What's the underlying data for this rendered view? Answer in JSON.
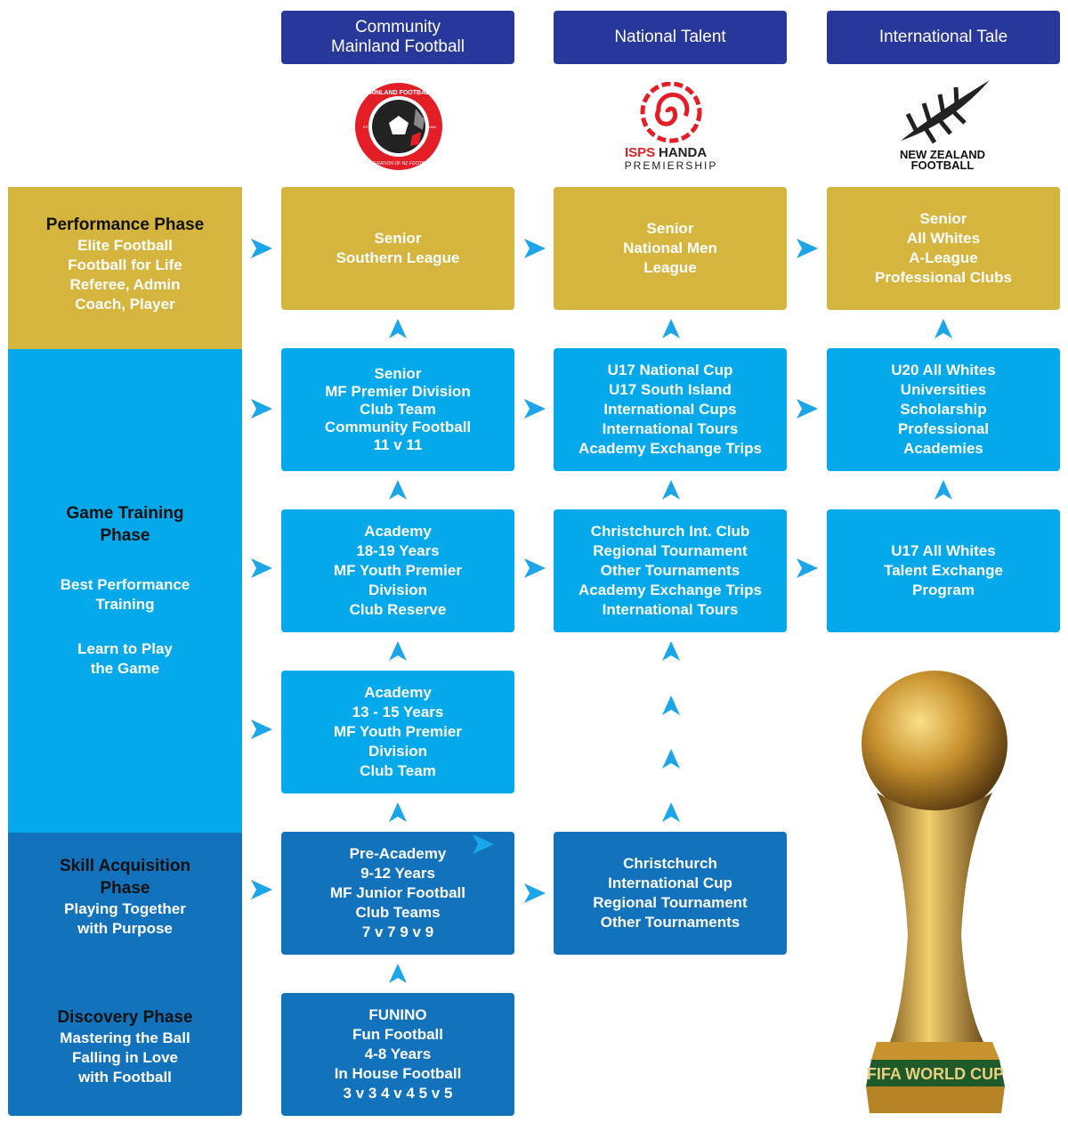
{
  "headers": [
    {
      "label": "Community\nMainland Football"
    },
    {
      "label": "National Talent"
    },
    {
      "label": "International Tale"
    }
  ],
  "logos": {
    "mainland": {
      "ring_top": "MAINLAND FOOTBALL",
      "ring_bottom": "FEDERATION OF NZ FOOTBALL",
      "est": "EST.",
      "year": "1983"
    },
    "isps": {
      "brand_red": "ISPS",
      "brand_dark": "HANDA",
      "sub": "PREMIERSHIP"
    },
    "nzf": {
      "line1": "NEW ZEALAND",
      "line2": "FOOTBALL"
    },
    "trophy": {
      "text": "FIFA WORLD CUP"
    }
  },
  "phases": [
    {
      "title": "Performance Phase",
      "sub": "Elite Football\nFootball for Life\nReferee, Admin\nCoach, Player"
    },
    {
      "title": "Game Training\nPhase",
      "sub": "Best  Performance\nTraining",
      "sub2": "Learn to Play\nthe Game"
    },
    {
      "title": "Skill Acquisition\nPhase",
      "sub": "Playing Together\nwith Purpose"
    },
    {
      "title": "Discovery Phase",
      "sub": "Mastering the Ball\nFalling in Love\nwith Football"
    }
  ],
  "boxes": {
    "r1c1": "Senior\nSouthern League",
    "r1c2": "Senior\nNational Men\nLeague",
    "r1c3": "Senior\nAll Whites\nA-League\nProfessional Clubs",
    "r2c1": "Senior\nMF Premier Division\nClub Team\nCommunity Football\n11 v 11",
    "r2c2": "U17 National Cup\nU17 South Island\nInternational Cups\nInternational Tours\nAcademy Exchange Trips",
    "r2c3": "U20 All Whites\nUniversities\nScholarship\nProfessional\nAcademies",
    "r3c1": "Academy\n18-19 Years\nMF Youth Premier\nDivision\nClub Reserve",
    "r3c2": "Christchurch Int. Club\nRegional Tournament\nOther Tournaments\nAcademy Exchange Trips\nInternational Tours",
    "r3c3": "U17 All Whites\nTalent Exchange\nProgram",
    "r4c1": "Academy\n13 - 15 Years\nMF Youth Premier\nDivision\nClub Team",
    "r5c1": "Pre-Academy\n9-12 Years\nMF Junior Football\nClub Teams\n7 v 7     9 v 9",
    "r5c2": "Christchurch\nInternational Cup\nRegional Tournament\nOther Tournaments",
    "r6c1": "FUNINO\nFun Football\n4-8 Years\nIn House Football\n3 v 3   4 v 4   5 v 5"
  },
  "colors": {
    "header": "#27389a",
    "gold": "#d5b53d",
    "light_blue": "#03a9ea",
    "dark_blue": "#1272bb",
    "arrow": "#1aa6e8"
  }
}
